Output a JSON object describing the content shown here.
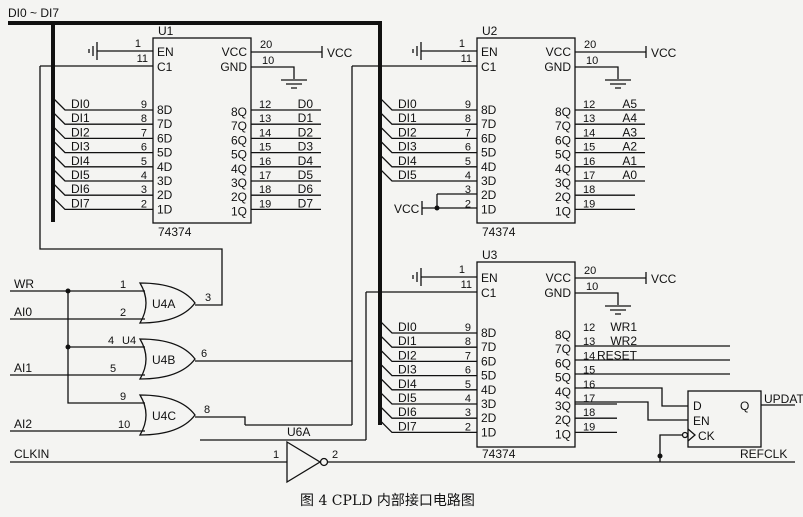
{
  "bus_label": "DI0 ~ DI7",
  "caption": "图 4   CPLD 内部接口电路图",
  "chips": [
    {
      "ref": "U1",
      "part": "74374",
      "pins_left": [
        {
          "num": "1",
          "name": "EN"
        },
        {
          "num": "11",
          "name": "C1"
        }
      ],
      "pins_right_top": [
        {
          "num": "20",
          "name": "VCC",
          "net": "VCC"
        },
        {
          "num": "10",
          "name": "GND"
        }
      ],
      "inputs": [
        {
          "net": "DI0",
          "num": "9",
          "name": "8D"
        },
        {
          "net": "DI1",
          "num": "8",
          "name": "7D"
        },
        {
          "net": "DI2",
          "num": "7",
          "name": "6D"
        },
        {
          "net": "DI3",
          "num": "6",
          "name": "5D"
        },
        {
          "net": "DI4",
          "num": "5",
          "name": "4D"
        },
        {
          "net": "DI5",
          "num": "4",
          "name": "3D"
        },
        {
          "net": "DI6",
          "num": "3",
          "name": "2D"
        },
        {
          "net": "DI7",
          "num": "2",
          "name": "1D"
        }
      ],
      "outputs": [
        {
          "name": "8Q",
          "num": "12",
          "net": "D0"
        },
        {
          "name": "7Q",
          "num": "13",
          "net": "D1"
        },
        {
          "name": "6Q",
          "num": "14",
          "net": "D2"
        },
        {
          "name": "5Q",
          "num": "15",
          "net": "D3"
        },
        {
          "name": "4Q",
          "num": "16",
          "net": "D4"
        },
        {
          "name": "3Q",
          "num": "17",
          "net": "D5"
        },
        {
          "name": "2Q",
          "num": "18",
          "net": "D6"
        },
        {
          "name": "1Q",
          "num": "19",
          "net": "D7"
        }
      ]
    },
    {
      "ref": "U2",
      "part": "74374",
      "pins_left": [
        {
          "num": "1",
          "name": "EN"
        },
        {
          "num": "11",
          "name": "C1"
        }
      ],
      "pins_right_top": [
        {
          "num": "20",
          "name": "VCC",
          "net": "VCC"
        },
        {
          "num": "10",
          "name": "GND"
        }
      ],
      "inputs": [
        {
          "net": "DI0",
          "num": "9",
          "name": "8D"
        },
        {
          "net": "DI1",
          "num": "8",
          "name": "7D"
        },
        {
          "net": "DI2",
          "num": "7",
          "name": "6D"
        },
        {
          "net": "DI3",
          "num": "6",
          "name": "5D"
        },
        {
          "net": "DI4",
          "num": "5",
          "name": "4D"
        },
        {
          "net": "DI5",
          "num": "4",
          "name": "3D"
        },
        {
          "net": "",
          "num": "3",
          "name": "2D"
        },
        {
          "net": "VCC",
          "num": "2",
          "name": "1D"
        }
      ],
      "outputs": [
        {
          "name": "8Q",
          "num": "12",
          "net": "A5"
        },
        {
          "name": "7Q",
          "num": "13",
          "net": "A4"
        },
        {
          "name": "6Q",
          "num": "14",
          "net": "A3"
        },
        {
          "name": "5Q",
          "num": "15",
          "net": "A2"
        },
        {
          "name": "4Q",
          "num": "16",
          "net": "A1"
        },
        {
          "name": "3Q",
          "num": "17",
          "net": "A0"
        },
        {
          "name": "2Q",
          "num": "18",
          "net": ""
        },
        {
          "name": "1Q",
          "num": "19",
          "net": ""
        }
      ]
    },
    {
      "ref": "U3",
      "part": "74374",
      "pins_left": [
        {
          "num": "1",
          "name": "EN"
        },
        {
          "num": "11",
          "name": "C1"
        }
      ],
      "pins_right_top": [
        {
          "num": "20",
          "name": "VCC",
          "net": "VCC"
        },
        {
          "num": "10",
          "name": "GND"
        }
      ],
      "inputs": [
        {
          "net": "DI0",
          "num": "9",
          "name": "8D"
        },
        {
          "net": "DI1",
          "num": "8",
          "name": "7D"
        },
        {
          "net": "DI2",
          "num": "7",
          "name": "6D"
        },
        {
          "net": "DI3",
          "num": "6",
          "name": "5D"
        },
        {
          "net": "DI4",
          "num": "5",
          "name": "4D"
        },
        {
          "net": "DI5",
          "num": "4",
          "name": "3D"
        },
        {
          "net": "DI6",
          "num": "3",
          "name": "2D"
        },
        {
          "net": "DI7",
          "num": "2",
          "name": "1D"
        }
      ],
      "outputs": [
        {
          "name": "8Q",
          "num": "12",
          "net": "WR1"
        },
        {
          "name": "7Q",
          "num": "13",
          "net": "WR2"
        },
        {
          "name": "6Q",
          "num": "14",
          "net": "RESET"
        },
        {
          "name": "5Q",
          "num": "15",
          "net": ""
        },
        {
          "name": "4Q",
          "num": "16",
          "net": ""
        },
        {
          "name": "3Q",
          "num": "17",
          "net": ""
        },
        {
          "name": "2Q",
          "num": "18",
          "net": ""
        },
        {
          "name": "1Q",
          "num": "19",
          "net": ""
        }
      ]
    }
  ],
  "gates": [
    {
      "ref": "U4A",
      "in1": {
        "num": "1",
        "net": "WR"
      },
      "in2": {
        "num": "2",
        "net": "AI0"
      },
      "out": "3"
    },
    {
      "ref": "U4B",
      "in1": {
        "num": "4",
        "net": ""
      },
      "in2": {
        "num": "5",
        "net": "AI1"
      },
      "out": "6",
      "extra": "U4"
    },
    {
      "ref": "U4C",
      "in1": {
        "num": "9",
        "net": ""
      },
      "in2": {
        "num": "10",
        "net": "AI2"
      },
      "out": "8"
    }
  ],
  "inverter": {
    "ref": "U6A",
    "in_num": "1",
    "out_num": "2",
    "in_net": "CLKIN",
    "out_net": "REFCLK"
  },
  "flipflop": {
    "d": "D",
    "en": "EN",
    "ck": "CK",
    "q": "Q",
    "out_net": "UPDATE"
  },
  "power": {
    "vcc": "VCC"
  }
}
